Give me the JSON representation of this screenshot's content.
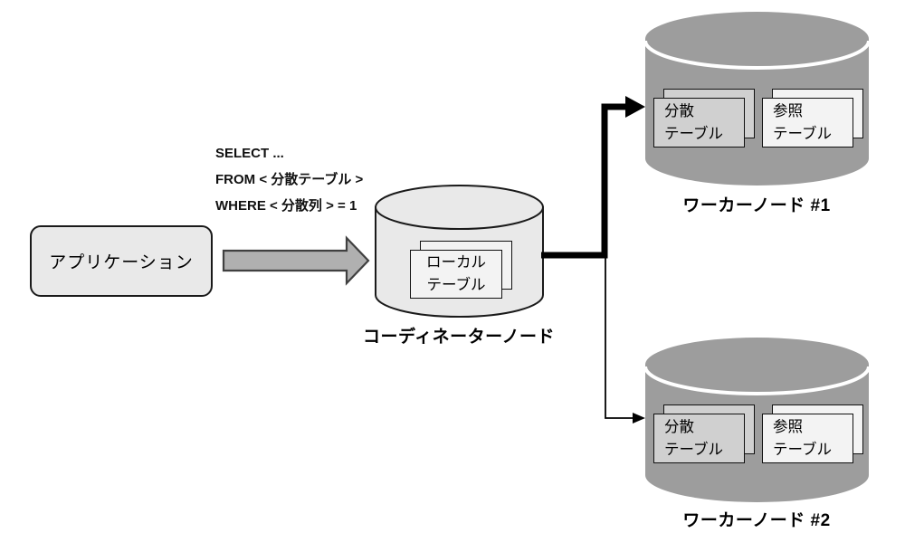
{
  "query": {
    "lines": [
      "SELECT ...",
      "FROM < 分散テーブル >",
      "WHERE < 分散列 > = 1"
    ]
  },
  "nodes": {
    "application": {
      "label": "アプリケーション"
    },
    "coordinator": {
      "label": "コーディネーターノード",
      "card": {
        "type": "local-table",
        "lines": [
          "ローカル",
          "テーブル"
        ]
      }
    },
    "workers": [
      {
        "label": "ワーカーノード #1",
        "cards": [
          {
            "type": "distributed-table",
            "lines": [
              "分散",
              "テーブル"
            ]
          },
          {
            "type": "reference-table",
            "lines": [
              "参照",
              "テーブル"
            ]
          }
        ]
      },
      {
        "label": "ワーカーノード #2",
        "cards": [
          {
            "type": "distributed-table",
            "lines": [
              "分散",
              "テーブル"
            ]
          },
          {
            "type": "reference-table",
            "lines": [
              "参照",
              "テーブル"
            ]
          }
        ]
      }
    ]
  },
  "colors": {
    "background": "#ffffff",
    "light_node_fill": "#e9e9e9",
    "worker_node_fill": "#9d9d9d",
    "card_light_fill": "#f3f3f3",
    "card_mid_fill": "#d0d0d0",
    "block_arrow_fill": "#b0b0b0",
    "outline": "#1a1a1a",
    "connector": "#000000"
  }
}
